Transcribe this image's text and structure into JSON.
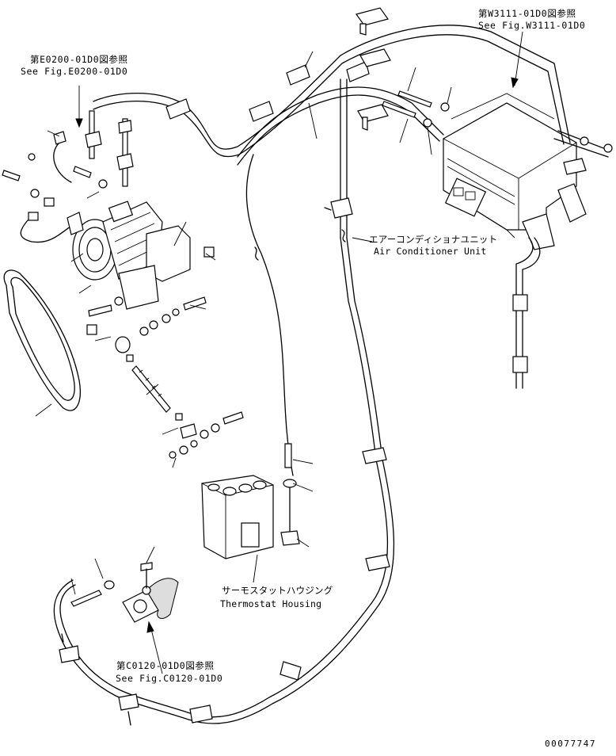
{
  "refs": {
    "e0200_jp": "第E0200-01D0図参照",
    "e0200_en": "See Fig.E0200-01D0",
    "w3111_jp": "第W3111-01D0図参照",
    "w3111_en": "See Fig.W3111-01D0",
    "c0120_jp": "第C0120-01D0図参照",
    "c0120_en": "See Fig.C0120-01D0"
  },
  "labels": {
    "aircon_jp": "エアーコンディショナユニット",
    "aircon_en": "Air Conditioner Unit",
    "thermo_jp": "サーモスタットハウジング",
    "thermo_en": "Thermostat Housing"
  },
  "drawing_number": "00077747"
}
